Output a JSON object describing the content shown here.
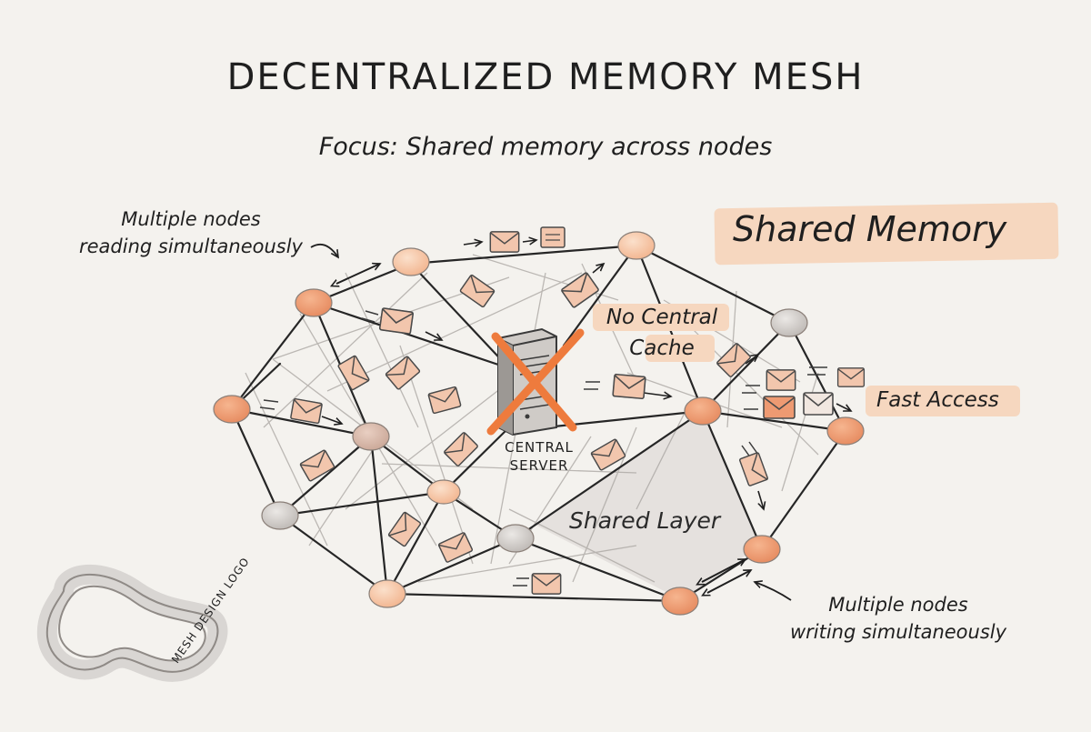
{
  "title": "DECENTRALIZED MEMORY MESH",
  "subtitle": "Focus:  Shared memory across nodes",
  "labels": {
    "reading_line1": "Multiple nodes",
    "reading_line2": "reading simultaneously",
    "writing_line1": "Multiple nodes",
    "writing_line2": "writing simultaneously",
    "shared_memory": "Shared Memory",
    "no_central_line1": "No Central",
    "no_central_line2": "Cache",
    "fast_access": "Fast Access",
    "central_server_line1": "CENTRAL",
    "central_server_line2": "SERVER",
    "shared_layer": "Shared Layer",
    "logo_text": "MESH DESIGN LOGO"
  },
  "colors": {
    "background": "#f4f2ee",
    "accent_orange": "#ee7b3d",
    "node_peach": "#f7c7a3",
    "node_orange": "#ec9c74",
    "node_gray": "#cfcac6",
    "highlight": "#f6d7bf"
  },
  "icons": [
    "envelope-icon",
    "server-icon",
    "cross-icon",
    "double-arrow-icon",
    "mesh-logo-icon"
  ]
}
